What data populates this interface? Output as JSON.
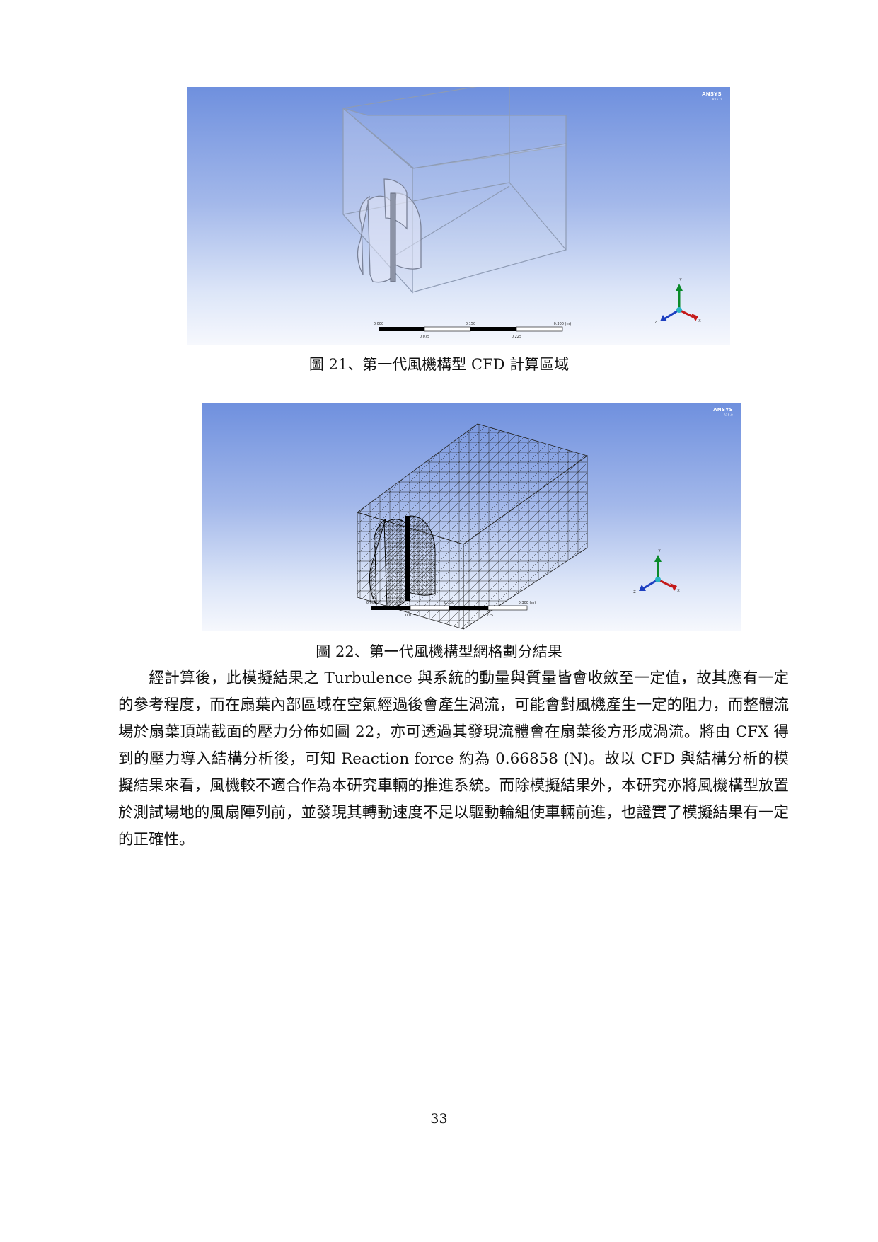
{
  "figures": [
    {
      "id": "fig1",
      "logo": "ANSYS",
      "logo_version": "R15.0",
      "scale_ticks_top": [
        "0.000",
        "0.150",
        "0.300 (m)"
      ],
      "scale_ticks_bottom": [
        "0.075",
        "0.225"
      ],
      "axis_labels": [
        "Y",
        "Z",
        "X"
      ],
      "caption": "圖 21、第一代風機構型 CFD 計算區域"
    },
    {
      "id": "fig2",
      "logo": "ANSYS",
      "logo_version": "R15.0",
      "scale_ticks_top": [
        "0.000",
        "0.150",
        "0.300 (m)"
      ],
      "scale_ticks_bottom": [
        "0.075",
        "0.225"
      ],
      "axis_labels": [
        "Y",
        "Z",
        "X"
      ],
      "caption": "圖 22、第一代風機構型網格劃分結果"
    }
  ],
  "body": {
    "paragraph": "經計算後，此模擬結果之 Turbulence 與系統的動量與質量皆會收斂至一定值，故其應有一定的參考程度，而在扇葉內部區域在空氣經過後會產生渦流，可能會對風機產生一定的阻力，而整體流場於扇葉頂端截面的壓力分佈如圖 22，亦可透過其發現流體會在扇葉後方形成渦流。將由 CFX 得到的壓力導入結構分析後，可知 Reaction force 約為 0.66858 (N)。故以 CFD 與結構分析的模擬結果來看，風機較不適合作為本研究車輛的推進系統。而除模擬結果外，本研究亦將風機構型放置於測試場地的風扇陣列前，並發現其轉動速度不足以驅動輪組使車輛前進，也證實了模擬結果有一定的正確性。"
  },
  "footer": {
    "page_number": "33"
  }
}
